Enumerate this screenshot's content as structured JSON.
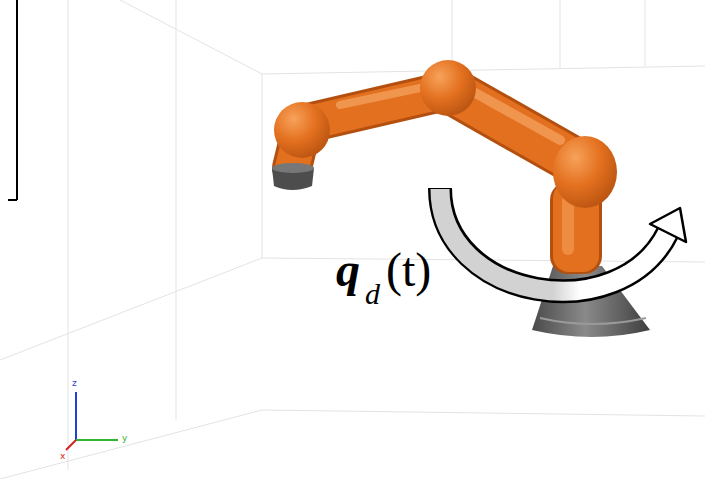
{
  "diagram": {
    "labels": [
      "q",
      "d",
      "(t)",
      "z",
      "y",
      "x"
    ]
  }
}
